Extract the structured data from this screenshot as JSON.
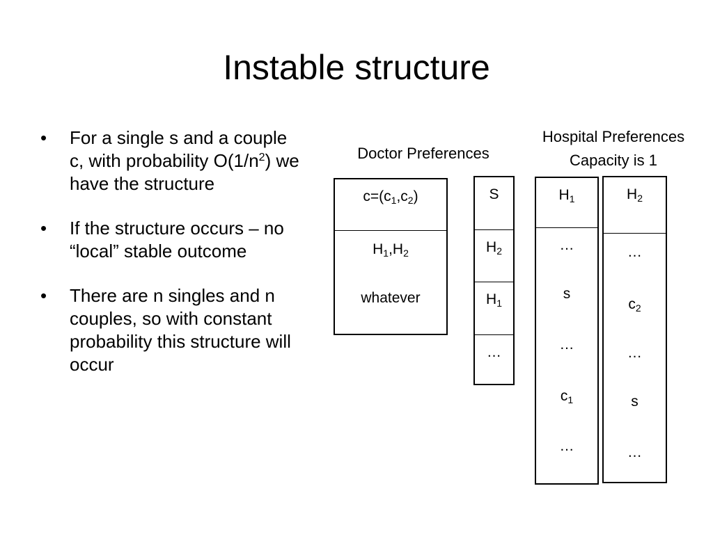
{
  "slide": {
    "title": "Instable structure",
    "bullets": [
      {
        "text": "For a single s and a couple c, with probability O(1/n",
        "sup": "2",
        "text_after": ") we have the structure"
      },
      {
        "text": "If the structure occurs – no “local” stable outcome"
      },
      {
        "text": "There are n singles and n couples, so with constant probability this structure will occur"
      }
    ],
    "doctor_header": "Doctor Preferences",
    "hospital_header_line1": "Hospital Preferences",
    "hospital_header_line2": "Capacity is 1",
    "couple_table": {
      "header": {
        "pre": "c=(c",
        "sub1": "1",
        "mid": ",c",
        "sub2": "2",
        "post": ")"
      },
      "pair": {
        "a": "H",
        "a_sub": "1",
        "sep": ",H",
        "b_sub": "2"
      },
      "rest": "whatever"
    },
    "single_table": {
      "header": "S",
      "row1": {
        "h": "H",
        "sub": "2"
      },
      "row2": {
        "h": "H",
        "sub": "1"
      },
      "row3": "…"
    },
    "h1_table": {
      "header": {
        "h": "H",
        "sub": "1"
      },
      "items": [
        "…",
        "s",
        "…"
      ],
      "c": {
        "c": "c",
        "sub": "1"
      },
      "last": "…"
    },
    "h2_table": {
      "header": {
        "h": "H",
        "sub": "2"
      },
      "item1": "…",
      "c": {
        "c": "c",
        "sub": "2"
      },
      "items": [
        "…",
        "s",
        "…"
      ]
    },
    "bullet_char": "•"
  }
}
